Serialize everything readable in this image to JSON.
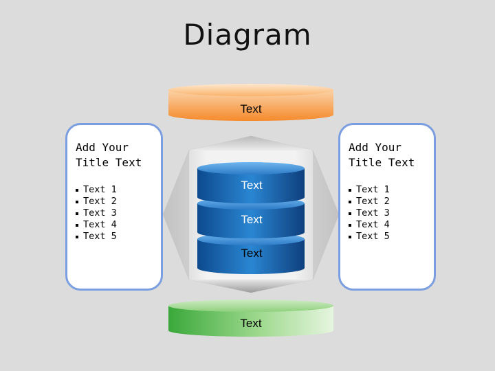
{
  "title": "Diagram",
  "top_cylinder": {
    "label": "Text",
    "color": "#f7a04a"
  },
  "bottom_cylinder": {
    "label": "Text",
    "color": "#55b848"
  },
  "stack": [
    {
      "label": "Text",
      "color": "#1e6ab4"
    },
    {
      "label": "Text",
      "color": "#1e6ab4"
    },
    {
      "label": "Text",
      "color": "#1e6ab4"
    }
  ],
  "left_panel": {
    "title": "Add Your Title Text",
    "items": [
      "Text 1",
      "Text 2",
      "Text 3",
      "Text 4",
      "Text 5"
    ]
  },
  "right_panel": {
    "title": "Add Your Title Text",
    "items": [
      "Text 1",
      "Text 2",
      "Text 3",
      "Text 4",
      "Text 5"
    ]
  },
  "colors": {
    "panel_border": "#7b9ee0",
    "background": "#dcdcdc"
  }
}
